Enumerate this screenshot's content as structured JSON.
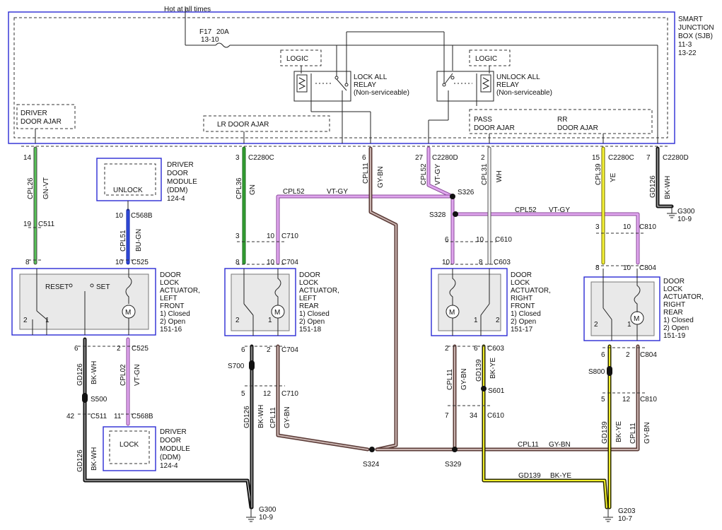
{
  "diagram": {
    "hot_at_all_times": "Hot at all times",
    "sjb": {
      "lines": [
        "SMART",
        "JUNCTION",
        "BOX (SJB)",
        "11-3",
        "13-22"
      ]
    },
    "fuse": {
      "id": "F17",
      "rating": "20A",
      "ref": "13-10"
    },
    "logic_label": "LOGIC",
    "lock_relay": [
      "LOCK ALL",
      "RELAY",
      "(Non-serviceable)"
    ],
    "unlock_relay": [
      "UNLOCK ALL",
      "RELAY",
      "(Non-serviceable)"
    ],
    "driver_door_ajar": [
      "DRIVER",
      "DOOR AJAR"
    ],
    "lr_door_ajar": "LR DOOR AJAR",
    "pass_door_ajar": [
      "PASS",
      "DOOR AJAR"
    ],
    "rr_door_ajar": [
      "RR",
      "DOOR AJAR"
    ],
    "pins": {
      "p14": "14",
      "p3": "3",
      "p6": "6",
      "p27": "27",
      "p2": "2",
      "p15": "15",
      "p7": "7",
      "c2280c_a": "C2280C",
      "c2280c_b": "C2280C",
      "c2280d_a": "C2280D",
      "c2280d_b": "C2280D"
    },
    "ddm_top": {
      "button": "UNLOCK",
      "lines": [
        "DRIVER",
        "DOOR",
        "MODULE",
        "(DDM)",
        "124-4"
      ]
    },
    "ddm_bottom": {
      "button": "LOCK",
      "lines": [
        "DRIVER",
        "DOOR",
        "MODULE",
        "(DDM)",
        "124-4"
      ]
    },
    "actuator_lf": {
      "lines": [
        "DOOR",
        "LOCK",
        "ACTUATOR,",
        "LEFT",
        "FRONT",
        "1) Closed",
        "2) Open",
        "151-16"
      ],
      "reset": "RESET",
      "set": "SET"
    },
    "actuator_lr": {
      "lines": [
        "DOOR",
        "LOCK",
        "ACTUATOR,",
        "LEFT",
        "REAR",
        "1) Closed",
        "2) Open",
        "151-18"
      ]
    },
    "actuator_rf": {
      "lines": [
        "DOOR",
        "LOCK",
        "ACTUATOR,",
        "RIGHT",
        "FRONT",
        "1) Closed",
        "2) Open",
        "151-17"
      ]
    },
    "actuator_rr": {
      "lines": [
        "DOOR",
        "LOCK",
        "ACTUATOR,",
        "RIGHT",
        "REAR",
        "1) Closed",
        "2) Open",
        "151-19"
      ]
    },
    "circuits": {
      "cpl26": "CPL26",
      "gn_vt": "GN-VT",
      "cpl51": "CPL51",
      "bu_gn": "BU-GN",
      "cpl36": "CPL36",
      "gn": "GN",
      "cpl52": "CPL52",
      "vt_gy": "VT-GY",
      "cpl11": "CPL11",
      "gy_bn": "GY-BN",
      "cpl31": "CPL31",
      "wh": "WH",
      "cpl39": "CPL39",
      "ye": "YE",
      "gd126": "GD126",
      "bk_wh": "BK-WH",
      "cpl02": "CPL02",
      "vt_gn": "VT-GN",
      "gd139": "GD139",
      "bk_ye": "BK-YE"
    },
    "connectors": {
      "c511": "C511",
      "c525": "C525",
      "c568b": "C568B",
      "c710": "C710",
      "c704": "C704",
      "c610": "C610",
      "c603": "C603",
      "c810": "C810",
      "c804": "C804"
    },
    "splices": {
      "s326": "S326",
      "s328": "S328",
      "s500": "S500",
      "s700": "S700",
      "s601": "S601",
      "s800": "S800",
      "s324": "S324",
      "s329": "S329"
    },
    "grounds": {
      "g300a": "G300",
      "g300a_ref": "10-9",
      "g300b": "G300",
      "g300b_ref": "10-9",
      "g203": "G203",
      "g203_ref": "10-7"
    },
    "pin_numbers": {
      "n1": "1",
      "n2": "2",
      "n3": "3",
      "n5": "5",
      "n6": "6",
      "n7": "7",
      "n8": "8",
      "n10": "10",
      "n11": "11",
      "n12": "12",
      "n19": "19",
      "n34": "34",
      "n42": "42"
    },
    "colors": {
      "green": "#2e8a2e",
      "blue": "#1a2fb5",
      "violet": "#cc88dd",
      "gray_brown": "#8a6a66",
      "white_wire": "#dddddd",
      "yellow": "#f2ef2a",
      "black": "#111111",
      "block_border": "#2b2bd4"
    }
  }
}
